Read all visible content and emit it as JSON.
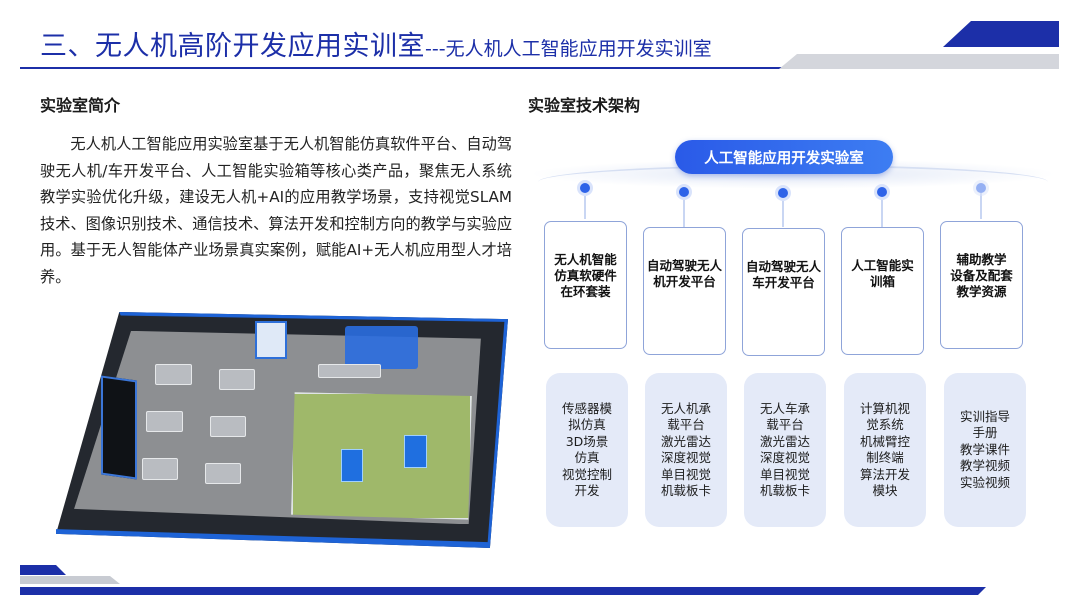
{
  "header": {
    "title_main": "三、无人机高阶开发应用实训室",
    "title_sub": "---无人机人工智能应用开发实训室"
  },
  "intro": {
    "heading": "实验室简介",
    "body": "无人机人工智能应用实验室基于无人机智能仿真软件平台、自动驾驶无人机/车开发平台、人工智能实验箱等核心类产品，聚焦无人系统教学实验优化升级，建设无人机+AI的应用教学场景，支持视觉SLAM技术、图像识别技术、通信技术、算法开发和控制方向的教学与实验应用。基于无人智能体产业场景真实案例，赋能AI+无人机应用型人才培养。"
  },
  "architecture": {
    "heading": "实验室技术架构",
    "root": "人工智能应用开发实验室",
    "modules": [
      {
        "title": [
          "无人机智能",
          "仿真软硬件",
          "在环套装"
        ],
        "items": [
          "传感器模",
          "拟仿真",
          "3D场景",
          "仿真",
          "视觉控制",
          "开发"
        ]
      },
      {
        "title": [
          "自动驾驶无人",
          "机开发平台"
        ],
        "items": [
          "无人机承",
          "载平台",
          "激光雷达",
          "深度视觉",
          "单目视觉",
          "机载板卡"
        ]
      },
      {
        "title": [
          "自动驾驶无人",
          "车开发平台"
        ],
        "items": [
          "无人车承",
          "载平台",
          "激光雷达",
          "深度视觉",
          "单目视觉",
          "机载板卡"
        ]
      },
      {
        "title": [
          "人工智能实",
          "训箱"
        ],
        "items": [
          "计算机视",
          "觉系统",
          "机械臂控",
          "制终端",
          "算法开发",
          "模块"
        ]
      },
      {
        "title": [
          "辅助教学",
          "设备及配套",
          "教学资源"
        ],
        "items": [
          "实训指导",
          "手册",
          "教学课件",
          "教学视频",
          "实验视频"
        ]
      }
    ]
  },
  "colors": {
    "brand_navy": "#1c2fa8",
    "accent_blue": "#2e63e8",
    "pill_bg": "#e4eaf8"
  }
}
